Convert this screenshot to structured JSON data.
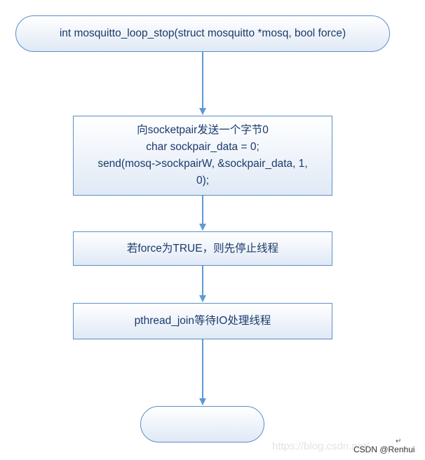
{
  "flowchart": {
    "start": {
      "text": "int mosquitto_loop_stop(struct mosquitto *mosq, bool force)"
    },
    "step1": {
      "lines": [
        "向socketpair发送一个字节0",
        "char sockpair_data = 0;",
        "send(mosq->sockpairW, &sockpair_data, 1,",
        "0);"
      ]
    },
    "step2": {
      "text": "若force为TRUE，则先停止线程"
    },
    "step3": {
      "text": "pthread_join等待IO处理线程"
    },
    "end": {
      "text": ""
    }
  },
  "colors": {
    "border": "#5b8fc7",
    "arrow": "#5b9bd5",
    "text": "#1a3a6b"
  },
  "footer": {
    "watermark": "https://blog.csdn.net/",
    "credit": "CSDN @Renhui",
    "return_mark": "↵"
  }
}
